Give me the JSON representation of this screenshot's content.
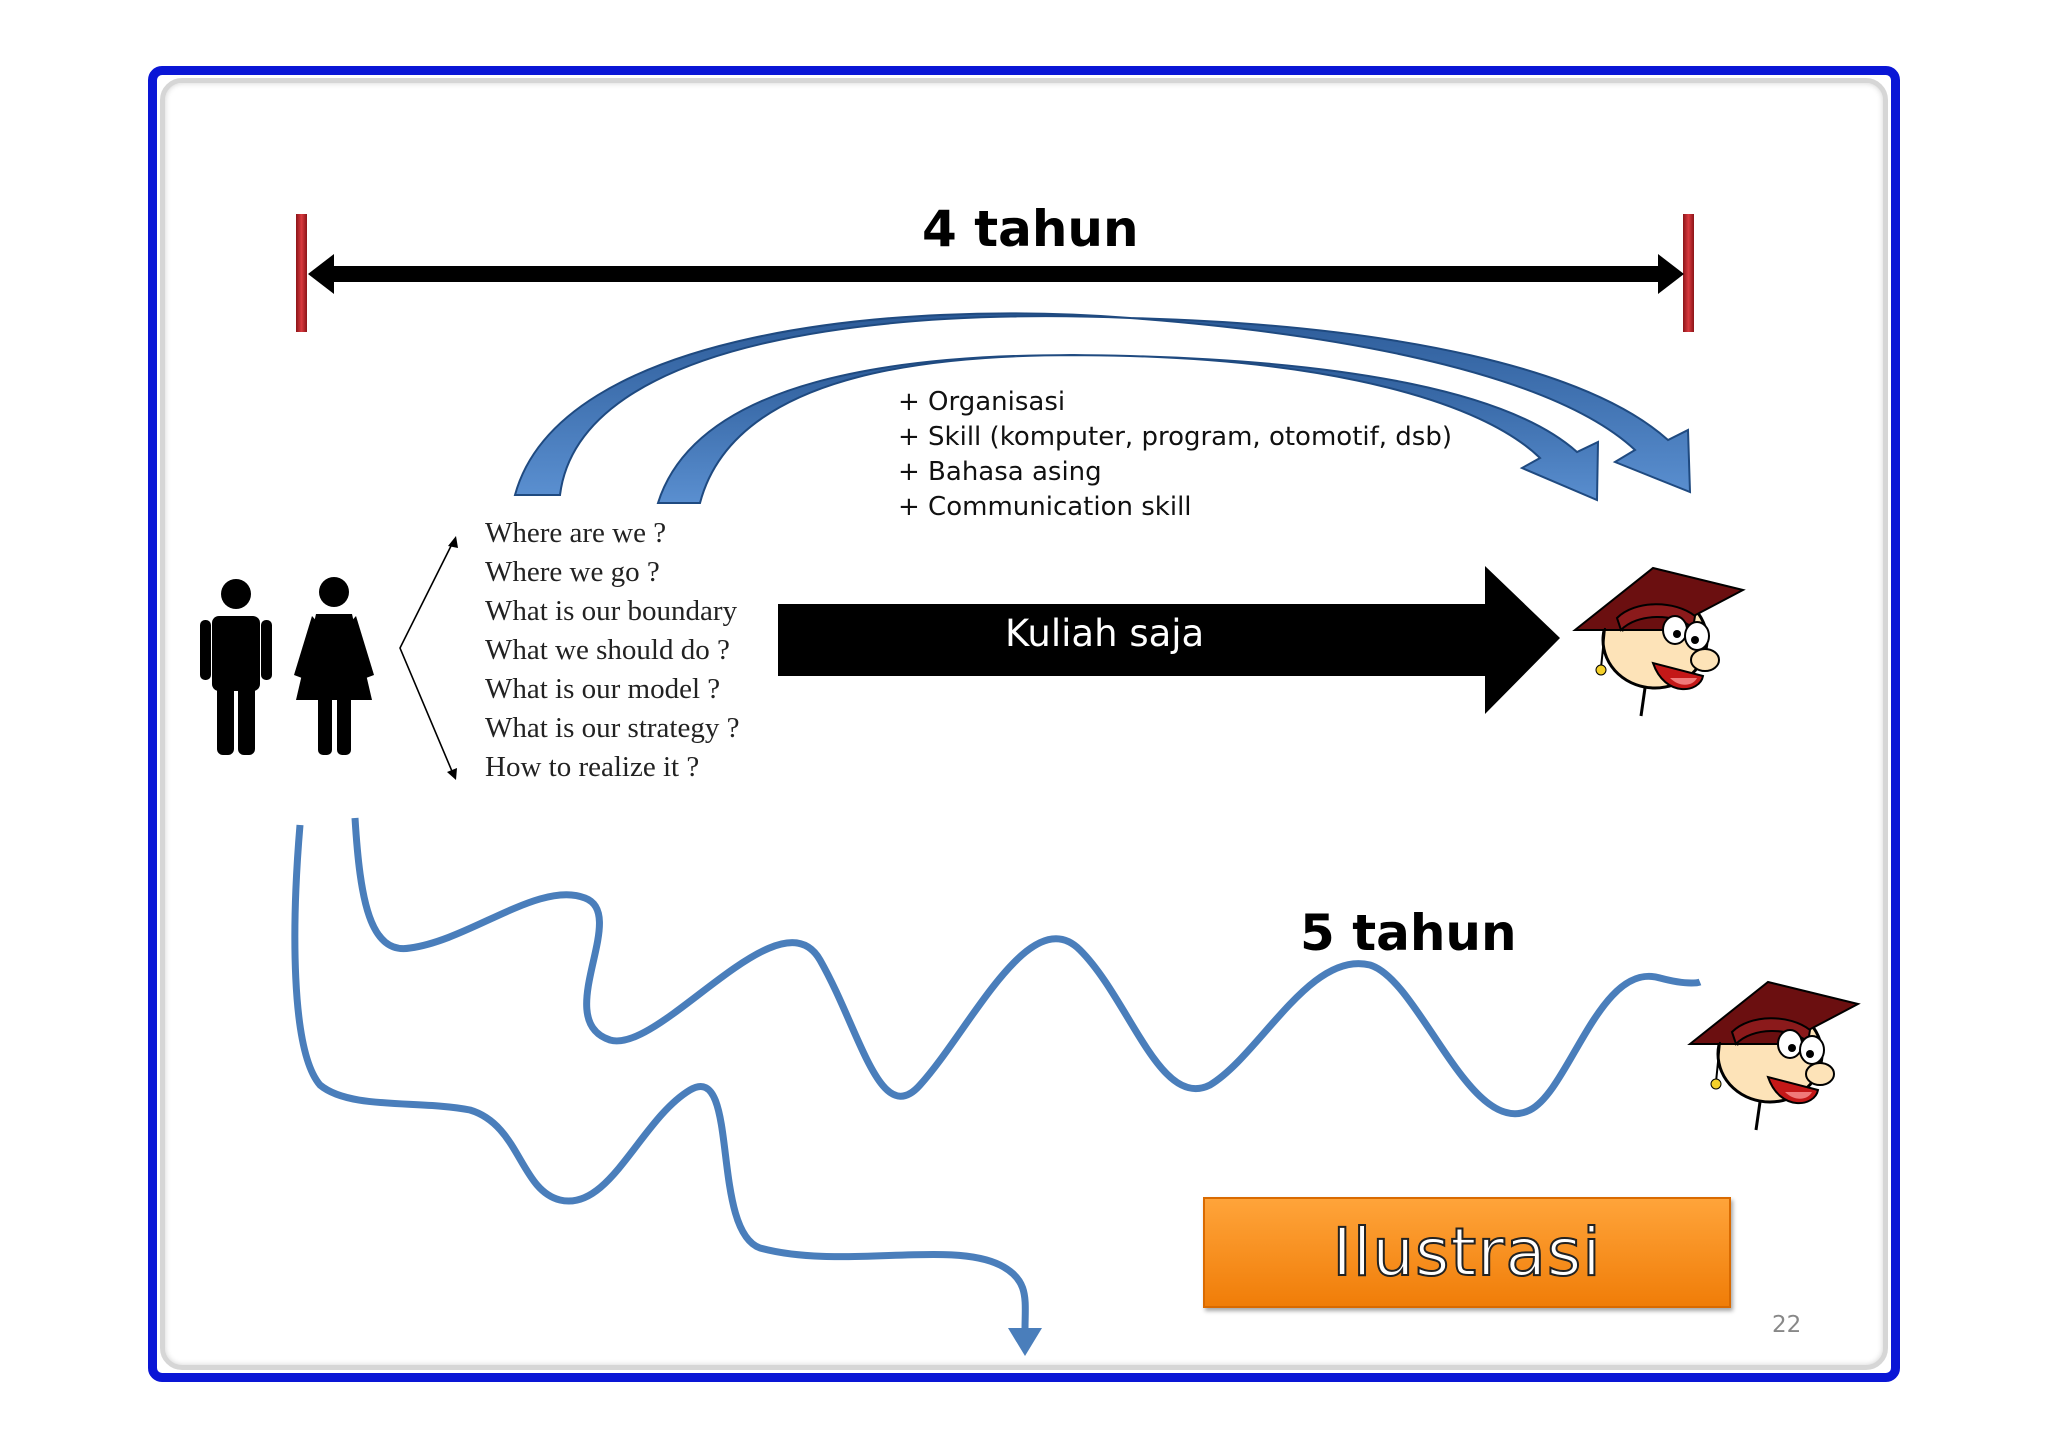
{
  "slide": {
    "duration_top": "4 tahun",
    "duration_bottom": "5 tahun",
    "extras": [
      "+ Organisasi",
      "+ Skill (komputer, program, otomotif, dsb)",
      "+ Bahasa asing",
      "+ Communication skill"
    ],
    "questions": [
      "Where are we ?",
      "Where we go ?",
      "What is our boundary",
      "What we should do ?",
      "What is our model ?",
      "What is our strategy ?",
      "How to realize it ?"
    ],
    "main_arrow_label": "Kuliah saja",
    "button_label": "Ilustrasi",
    "page_number": "22"
  },
  "colors": {
    "frame": "#0a16d6",
    "curved_arrow": "#3f73b5",
    "wavy_path": "#4a7ebb",
    "timeline_marker": "#c0262b",
    "button": "#f7901e"
  },
  "icons": [
    "man-icon",
    "woman-icon",
    "graduate-icon"
  ]
}
